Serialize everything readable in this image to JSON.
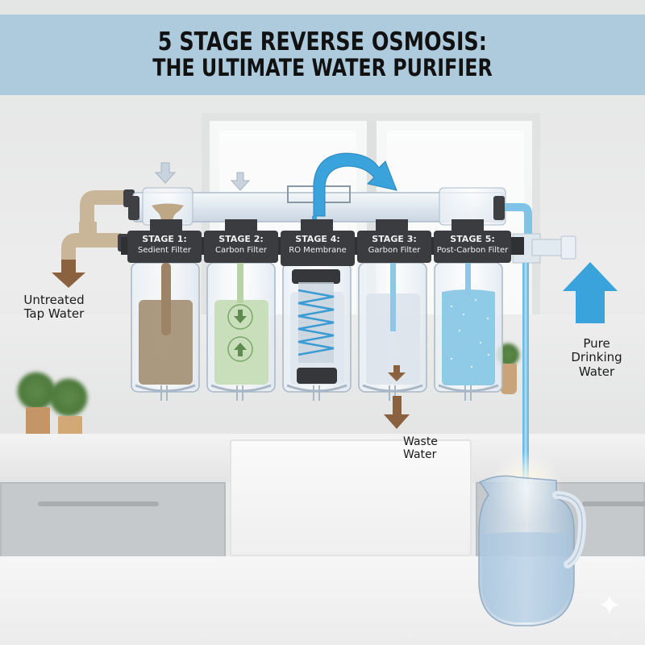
{
  "title": {
    "line1": "5 STAGE REVERSE OSMOSIS:",
    "line2": "THE ULTIMATE WATER PURIFIER",
    "banner_color": "#aecbde"
  },
  "stages": [
    {
      "stage": "STAGE 1:",
      "name": "Sedient Filter",
      "fill_color": "#a38f72"
    },
    {
      "stage": "STAGE 2:",
      "name": "Carbon Filter",
      "fill_color": "#c6ddb8"
    },
    {
      "stage": "STAGE 4:",
      "name": "RO Membrane",
      "fill_color": "#dfe6ee"
    },
    {
      "stage": "STAGE 3:",
      "name": "Garbon Filter",
      "fill_color": "#dbe3ec"
    },
    {
      "stage": "STAGE 5:",
      "name": "Post-Carbon Filter",
      "fill_color": "#8fcbe6"
    }
  ],
  "labels": {
    "input": {
      "line1": "Untreated",
      "line2": "Tap Water",
      "arrow_color": "#8b6240"
    },
    "output": {
      "line1": "Pure",
      "line2": "Drinking",
      "line3": "Water",
      "arrow_color": "#3aa3dc"
    },
    "waste": {
      "line1": "Waste",
      "line2": "Water",
      "arrow_color": "#8b6240"
    }
  },
  "icons": {
    "input_arrow": "arrow-down-icon",
    "output_arrow": "arrow-up-icon",
    "waste_arrow": "arrow-down-icon",
    "flow_arrow": "curved-arrow-icon",
    "sparkle": "sparkle-icon"
  }
}
